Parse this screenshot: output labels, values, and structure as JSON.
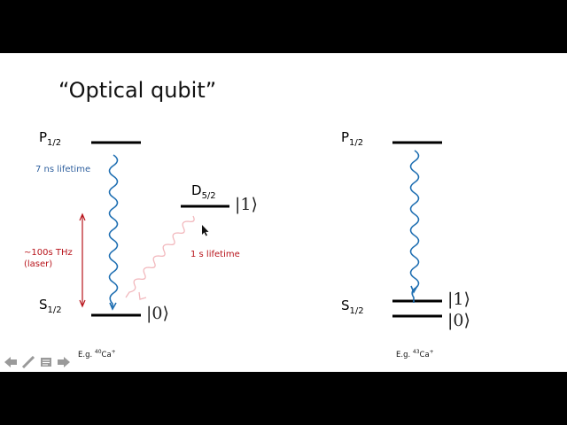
{
  "slide": {
    "title": "“Optical qubit”",
    "left_diagram": {
      "upper_level": {
        "label": "P",
        "sub": "1/2"
      },
      "metastable_level": {
        "label": "D",
        "sub": "5/2",
        "ket": "|1⟩"
      },
      "ground_level": {
        "label": "S",
        "sub": "1/2",
        "ket": "|0⟩"
      },
      "decay_label": "7 ns lifetime",
      "laser_label_line1": "~100s THz",
      "laser_label_line2": "(laser)",
      "metastable_lifetime": "1 s lifetime",
      "example_prefix": "E.g. ",
      "example_mass": "40",
      "example_ion": "Ca",
      "example_charge": "+"
    },
    "right_diagram": {
      "upper_level": {
        "label": "P",
        "sub": "1/2"
      },
      "ground_level": {
        "label": "S",
        "sub": "1/2"
      },
      "ket_upper": "|1⟩",
      "ket_lower": "|0⟩",
      "example_prefix": "E.g. ",
      "example_mass": "43",
      "example_ion": "Ca",
      "example_charge": "+"
    },
    "colors": {
      "decay_blue": "#1f6fb2",
      "laser_red": "#b8141b",
      "faint_red": "#f2b8bd",
      "level_black": "#000000"
    }
  },
  "presentation_controls": {
    "prev": "previous-slide",
    "pen": "pen-tool",
    "menu": "slide-menu",
    "next": "next-slide"
  }
}
